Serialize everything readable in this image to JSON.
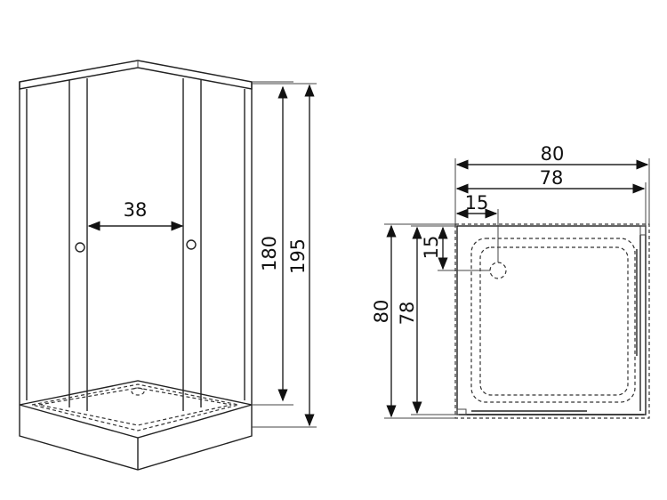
{
  "left_view": {
    "width_label": "38",
    "height_inner_label": "180",
    "height_total_label": "195"
  },
  "right_view": {
    "outer_width_label": "80",
    "inner_width_label": "78",
    "drain_offset_x_label": "15",
    "drain_offset_y_label": "15",
    "outer_depth_label": "80",
    "inner_depth_label": "78"
  },
  "colors": {
    "line": "#222222",
    "background": "#ffffff"
  }
}
